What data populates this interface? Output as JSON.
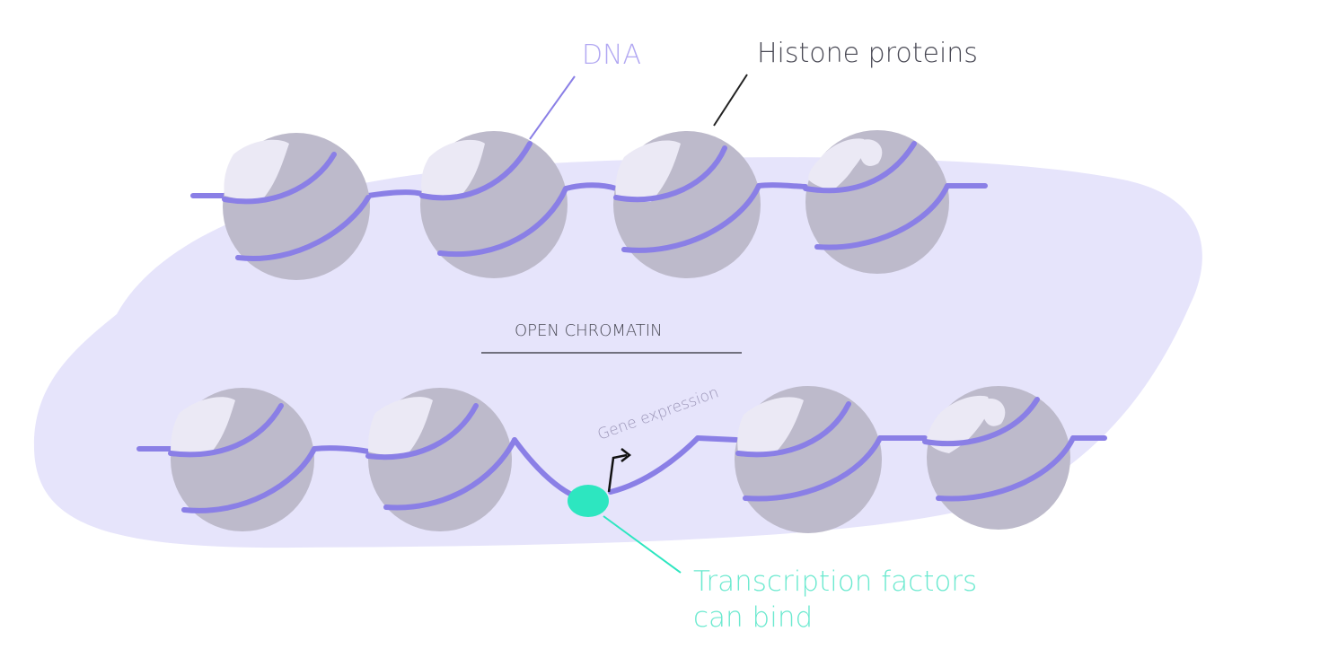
{
  "labels": {
    "dna": "DNA",
    "histone": "Histone proteins",
    "open_chromatin": "OPEN CHROMATIN",
    "gene_expression": "Gene expression",
    "tf_line1": "Transcription factors",
    "tf_line2": "can bind"
  },
  "colors": {
    "dna": "#8a7fe6",
    "histone": "#bdbacb",
    "histone_highlight": "#ebe9f5",
    "background_blob": "#e6e4fb",
    "transcription_factor": "#2de6c0",
    "text_dark": "#4a4a55",
    "label_dna": "#b2a8f2",
    "label_tf": "#6be9cf",
    "gene_label": "#9c96b8"
  }
}
